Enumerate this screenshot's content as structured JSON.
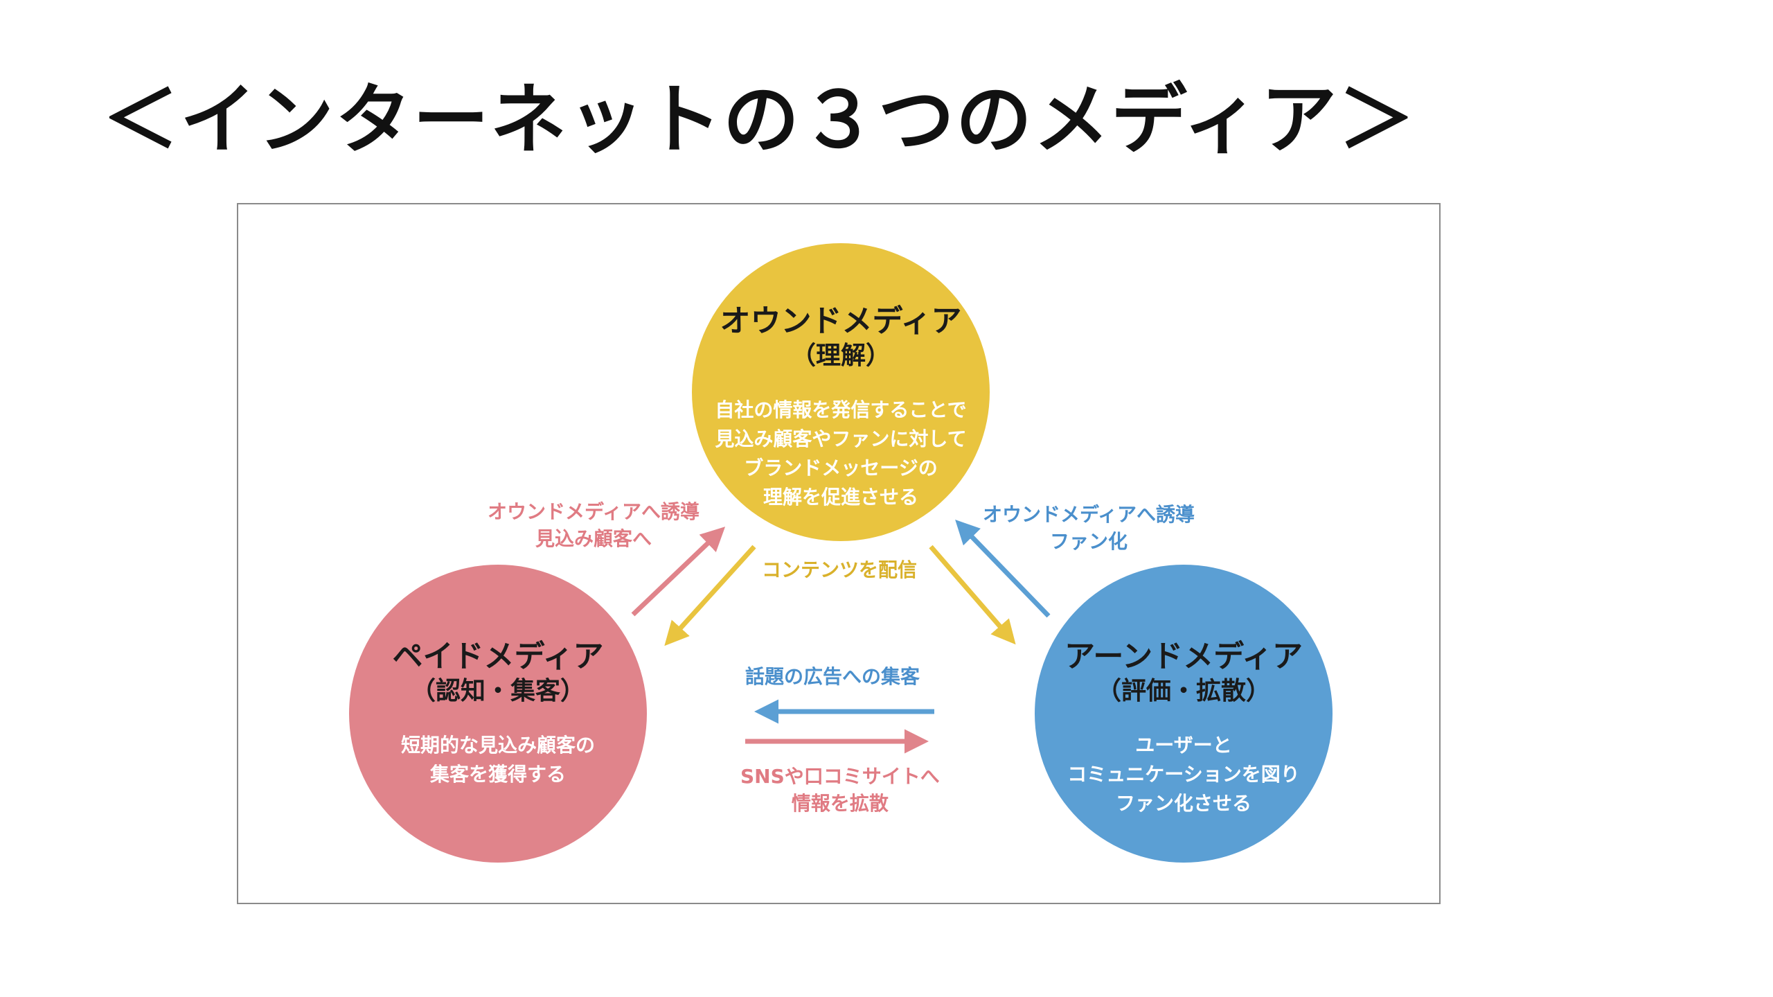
{
  "title": "＜インターネットの３つのメディア＞",
  "diagram": {
    "owned": {
      "title": "オウンドメディア",
      "subtitle": "（理解）",
      "description": [
        "自社の情報を発信することで",
        "見込み顧客やファンに対して",
        "ブランドメッセージの",
        "理解を促進させる"
      ]
    },
    "paid": {
      "title": "ペイドメディア",
      "subtitle": "（認知・集客）",
      "description": [
        "短期的な見込み顧客の",
        "集客を獲得する"
      ]
    },
    "earned": {
      "title": "アーンドメディア",
      "subtitle": "（評価・拡散）",
      "description": [
        "ユーザーと",
        "コミュニケーションを図り",
        "ファン化させる"
      ]
    },
    "flows": {
      "paid_to_owned": [
        "オウンドメディアへ誘導",
        "見込み顧客へ"
      ],
      "earned_to_owned": [
        "オウンドメディアへ誘導",
        "ファン化"
      ],
      "owned_content": "コンテンツを配信",
      "earned_to_paid": "話題の広告への集客",
      "paid_to_earned": [
        "SNSや口コミサイトへ",
        "情報を拡散"
      ]
    },
    "colors": {
      "owned": "#e9c43f",
      "paid": "#e0848b",
      "earned": "#5b9fd4",
      "owned_text": "#d9b12b",
      "paid_text": "#e07b83",
      "earned_text": "#4a8fcc"
    }
  }
}
